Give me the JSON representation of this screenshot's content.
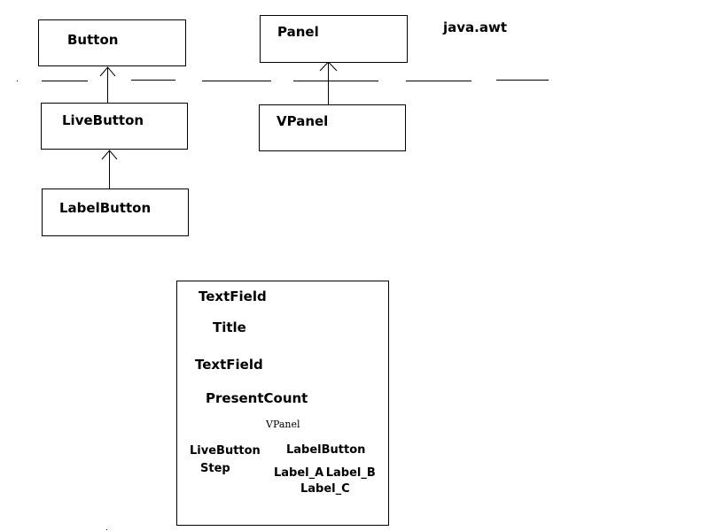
{
  "classes": {
    "button": "Button",
    "live_button": "LiveButton",
    "label_button": "LabelButton",
    "panel": "Panel",
    "vpanel": "VPanel"
  },
  "package_label": "java.awt",
  "layout_box": {
    "textfield_1": "TextField",
    "title": "Title",
    "textfield_2": "TextField",
    "present_count": "PresentCount",
    "vpanel_label": "VPanel",
    "live_button": "LiveButton",
    "step": "Step",
    "label_button": "LabelButton",
    "label_ab": "Label_A  Label_B",
    "label_c": "Label_C"
  }
}
